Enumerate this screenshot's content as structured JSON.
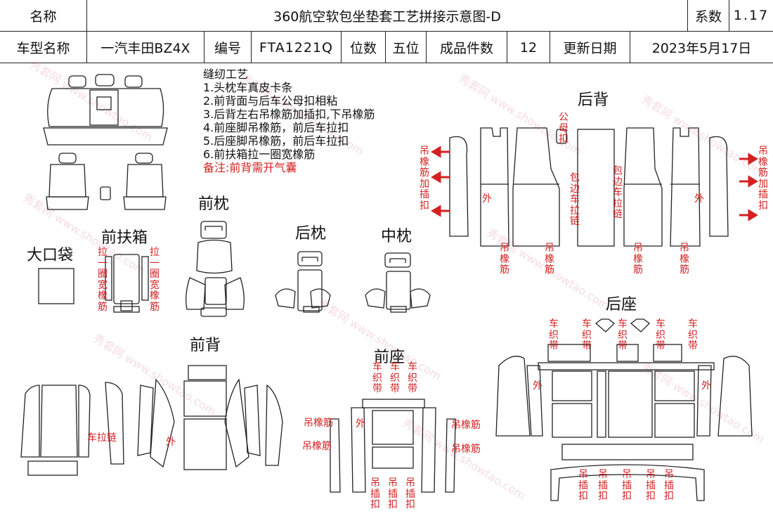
{
  "header": {
    "name_label": "名称",
    "title": "360航空软包坐垫套工艺拼接示意图-D",
    "coef_label": "系数",
    "coef_value": "1.17",
    "model_label": "车型名称",
    "model_value": "一汽丰田BZ4X",
    "code_label": "编号",
    "code_value": "FTA1221Q",
    "seats_label": "位数",
    "seats_value": "五位",
    "pieces_label": "成品件数",
    "pieces_value": "12",
    "date_label": "更新日期",
    "date_value": "2023年5月17日"
  },
  "notes": {
    "heading": "缝纫工艺",
    "items": [
      "1.头枕车真皮卡条",
      "2.前背面与后车公母扣相粘",
      "3.后背左右吊橡筋加插扣,下吊橡筋",
      "4.前座脚吊橡筋，前后车拉扣",
      "5.后座脚吊橡筋，前后车拉扣",
      "6.前扶箱拉一圈宽橡筋"
    ],
    "remark": "备注:前背需开气囊"
  },
  "sections": {
    "front_headrest": "前枕",
    "rear_headrest": "后枕",
    "mid_headrest": "中枕",
    "front_armrest": "前扶箱",
    "big_pocket": "大口袋",
    "rear_back": "后背",
    "rear_seat": "后座",
    "front_back": "前背",
    "front_seat": "前座"
  },
  "labels": {
    "hang_band_plug": "吊橡筋加插扣",
    "hang_band": "吊橡筋",
    "hang_band_short": "吊橡筋",
    "male_female": "公母扣",
    "wrap_zipper": "包边车拉链",
    "outside": "外",
    "wide_band": "拉一圈宽橡筋",
    "woven_belt": "车织带",
    "hang_plug": "吊插扣",
    "zipper": "车拉链"
  },
  "watermark": "秀套网 www.showtao.com",
  "colors": {
    "accent_red": "#d42020",
    "line": "#222222",
    "watermark": "#dc82a0"
  }
}
